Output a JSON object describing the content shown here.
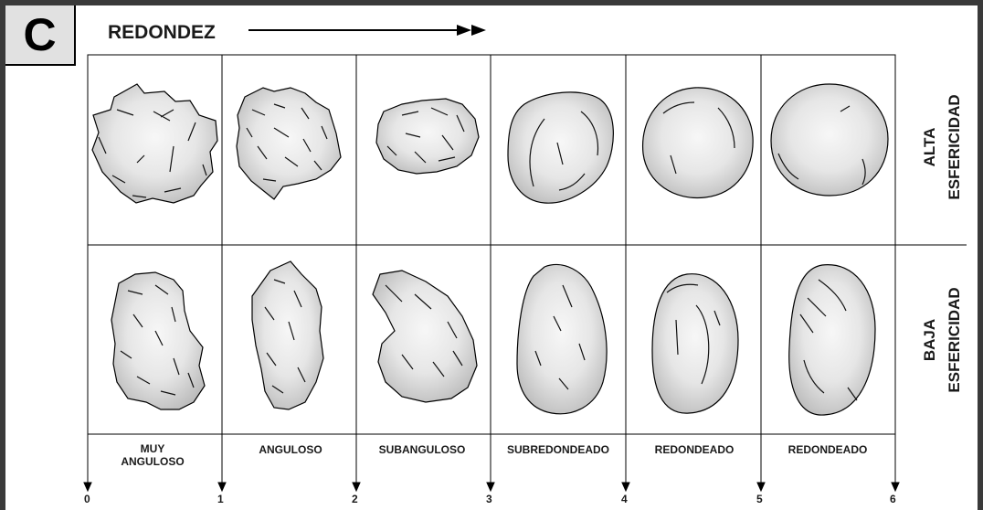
{
  "panel_label": "C",
  "axis_title": "REDONDEZ",
  "sphericity": {
    "high": [
      "ALTA",
      "ESFERICIDAD"
    ],
    "low": [
      "BAJA",
      "ESFERICIDAD"
    ]
  },
  "classes": [
    {
      "lines": [
        "MUY",
        "ANGULOSO"
      ]
    },
    {
      "lines": [
        "ANGULOSO"
      ]
    },
    {
      "lines": [
        "SUBANGULOSO"
      ]
    },
    {
      "lines": [
        "SUBREDONDEADO"
      ]
    },
    {
      "lines": [
        "REDONDEADO"
      ]
    },
    {
      "lines": [
        "REDONDEADO"
      ]
    }
  ],
  "scale_ticks": [
    "0",
    "1",
    "2",
    "3",
    "4",
    "5",
    "6"
  ],
  "colors": {
    "frame": "#3a3a3a",
    "grain_fill": "#d6d6d6",
    "grain_light": "#f7f7f7",
    "label_box": "#e1e1e1"
  }
}
